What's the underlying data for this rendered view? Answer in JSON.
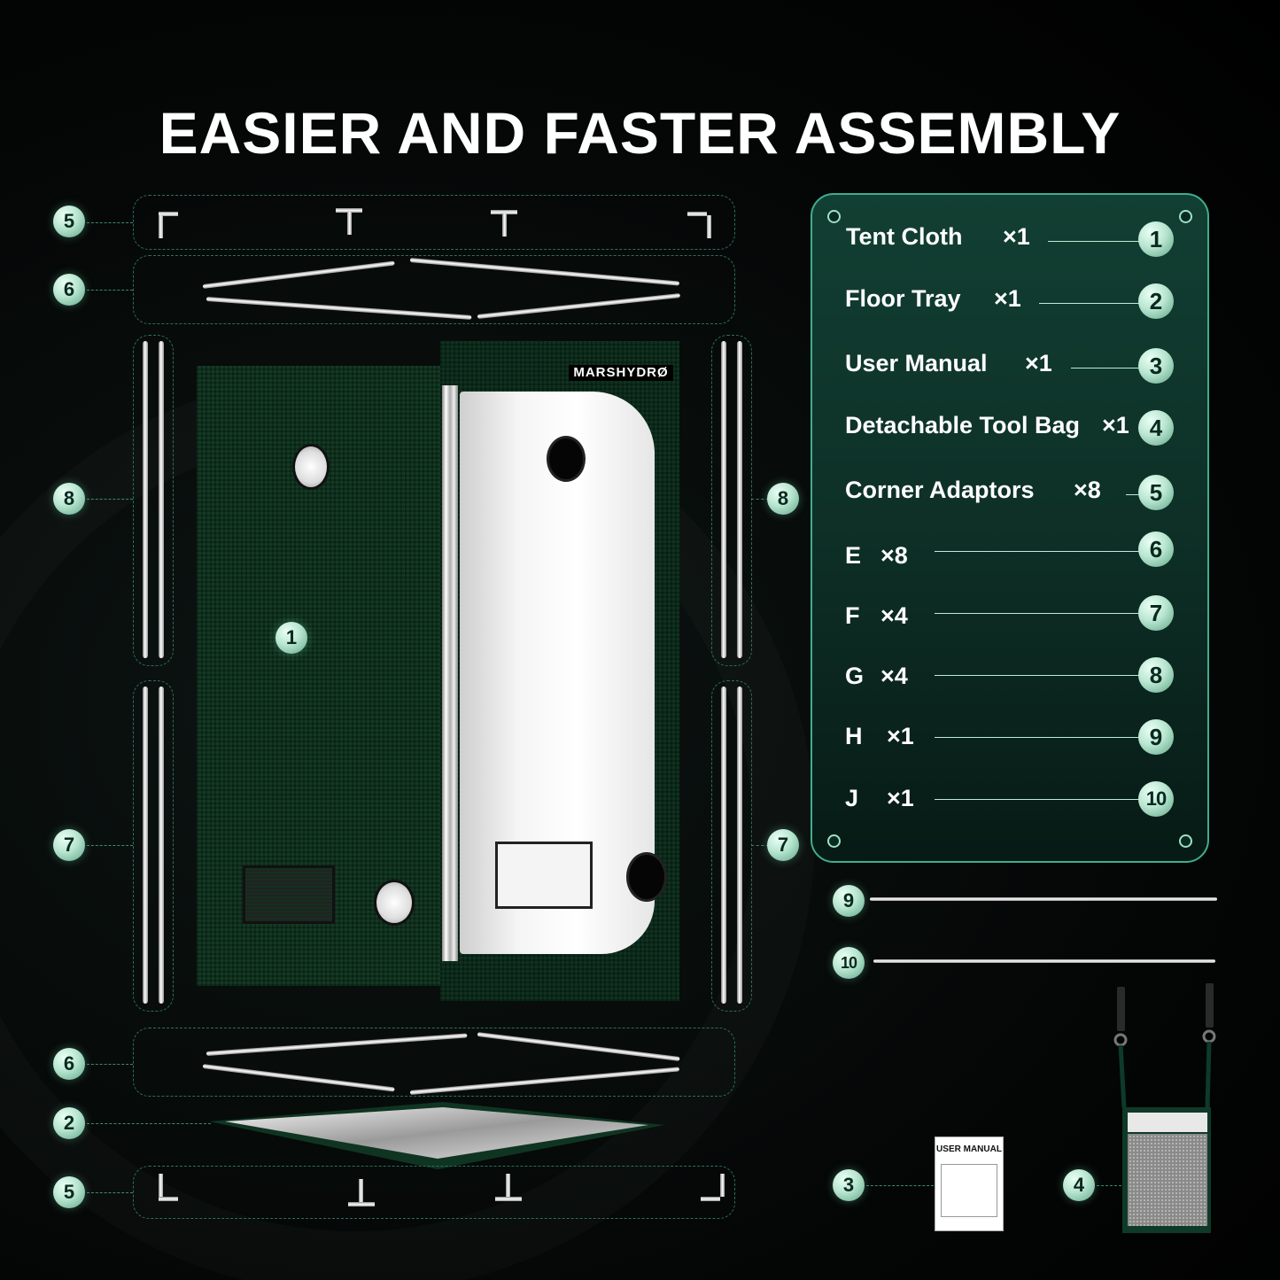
{
  "title": "EASIER AND FASTER ASSEMBLY",
  "tent_brand": "MARSHYDRØ",
  "manual_title": "USER MANUAL",
  "parts": [
    {
      "num": "1",
      "name": "Tent Cloth",
      "qty": "×1"
    },
    {
      "num": "2",
      "name": "Floor Tray",
      "qty": "×1"
    },
    {
      "num": "3",
      "name": "User Manual",
      "qty": "×1"
    },
    {
      "num": "4",
      "name": "Detachable Tool Bag",
      "qty": "×1"
    },
    {
      "num": "5",
      "name": "Corner Adaptors",
      "qty": "×8"
    },
    {
      "num": "6",
      "name": "E",
      "qty": "×8"
    },
    {
      "num": "7",
      "name": "F",
      "qty": "×4"
    },
    {
      "num": "8",
      "name": "G",
      "qty": "×4"
    },
    {
      "num": "9",
      "name": "H",
      "qty": "×1"
    },
    {
      "num": "10",
      "name": "J",
      "qty": "×1"
    }
  ],
  "badges": {
    "b1": "1",
    "b2": "2",
    "b3": "3",
    "b4": "4",
    "b5": "5",
    "b6": "6",
    "b7": "7",
    "b8": "8",
    "b9": "9",
    "b10": "10"
  },
  "colors": {
    "panel_border": "#3fae8c",
    "badge": "#b7e5cf",
    "tent_green": "#133a24"
  }
}
